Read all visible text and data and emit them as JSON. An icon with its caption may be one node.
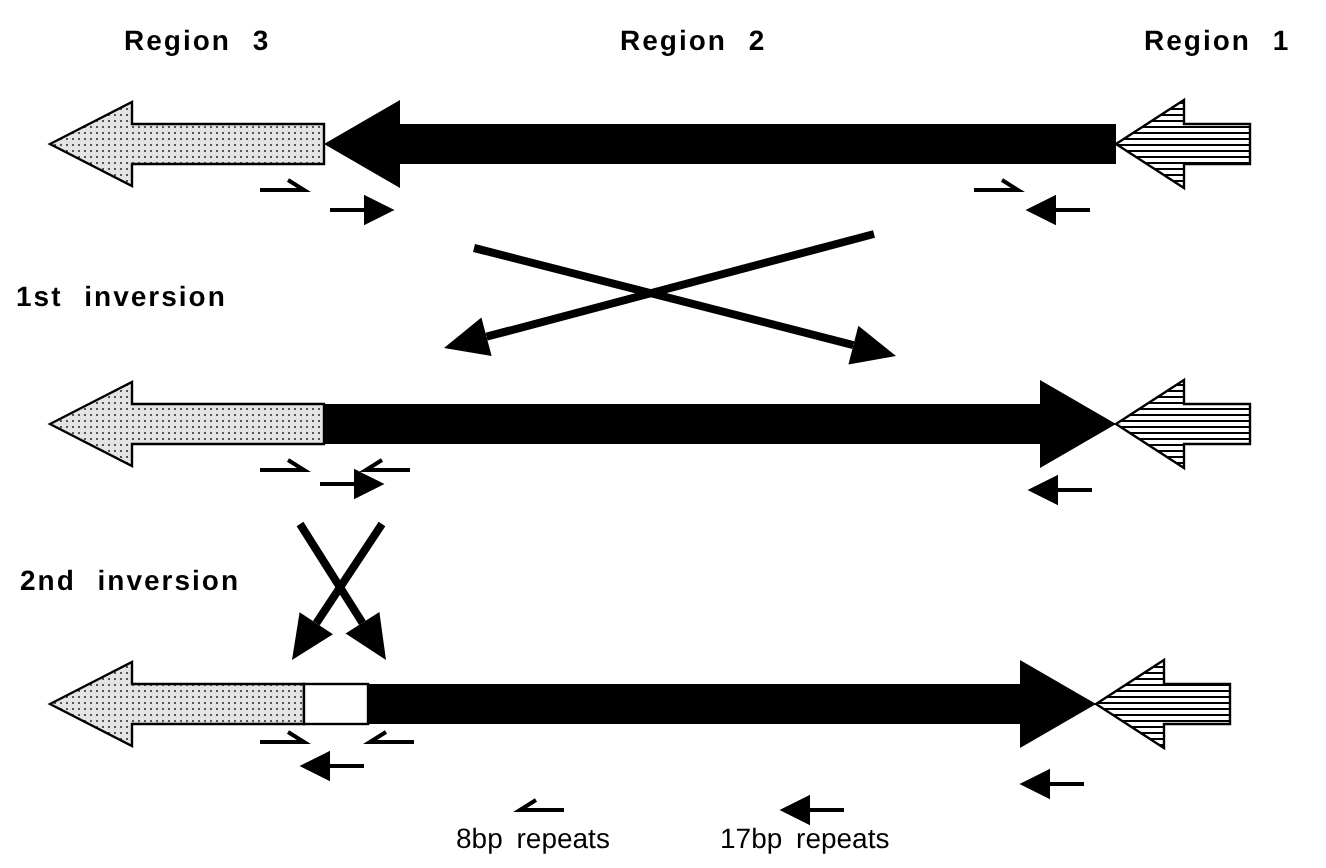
{
  "diagram": {
    "labels": [
      "Region 3",
      "Region 2",
      "Region 1",
      "1st inversion",
      "2nd inversion"
    ],
    "legend": [
      {
        "text": "8bp repeats"
      },
      {
        "text": "17bp repeats"
      }
    ]
  }
}
